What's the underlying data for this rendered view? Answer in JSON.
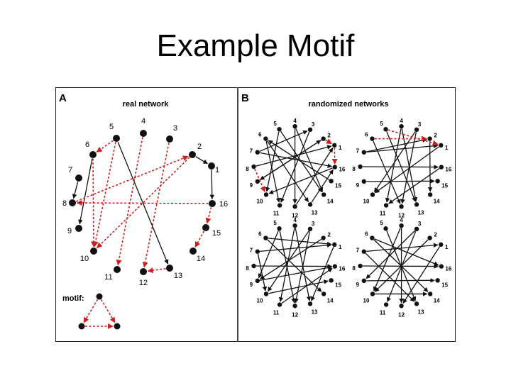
{
  "slide": {
    "title": "Example Motif"
  },
  "panelA": {
    "letter": "A",
    "title": "real network",
    "motif_label": "motif:",
    "nodes": [
      {
        "id": "1",
        "label": "1"
      },
      {
        "id": "2",
        "label": "2"
      },
      {
        "id": "3",
        "label": "3"
      },
      {
        "id": "4",
        "label": "4"
      },
      {
        "id": "5",
        "label": "5"
      },
      {
        "id": "6",
        "label": "6"
      },
      {
        "id": "7",
        "label": "7"
      },
      {
        "id": "8",
        "label": "8"
      },
      {
        "id": "9",
        "label": "9"
      },
      {
        "id": "10",
        "label": "10"
      },
      {
        "id": "11",
        "label": "11"
      },
      {
        "id": "12",
        "label": "12"
      },
      {
        "id": "13",
        "label": "13"
      },
      {
        "id": "14",
        "label": "14"
      },
      {
        "id": "15",
        "label": "15"
      },
      {
        "id": "16",
        "label": "16"
      }
    ],
    "edges": [
      {
        "from": "6",
        "to": "9",
        "style": "solid"
      },
      {
        "from": "7",
        "to": "8",
        "style": "solid"
      },
      {
        "from": "5",
        "to": "13",
        "style": "solid"
      },
      {
        "from": "2",
        "to": "1",
        "style": "solid"
      },
      {
        "from": "1",
        "to": "16",
        "style": "solid"
      },
      {
        "from": "5",
        "to": "6",
        "style": "dashed"
      },
      {
        "from": "6",
        "to": "10",
        "style": "dashed"
      },
      {
        "from": "5",
        "to": "10",
        "style": "dashed"
      },
      {
        "from": "3",
        "to": "12",
        "style": "dashed"
      },
      {
        "from": "4",
        "to": "11",
        "style": "dashed"
      },
      {
        "from": "2",
        "to": "10",
        "style": "dashed"
      },
      {
        "from": "8",
        "to": "2",
        "style": "dashed"
      },
      {
        "from": "16",
        "to": "8",
        "style": "dashed"
      },
      {
        "from": "16",
        "to": "15",
        "style": "dashed"
      },
      {
        "from": "15",
        "to": "14",
        "style": "dashed"
      },
      {
        "from": "13",
        "to": "12",
        "style": "dashed"
      }
    ],
    "motif_edges": [
      {
        "from": "top",
        "to": "bl",
        "style": "dashed"
      },
      {
        "from": "top",
        "to": "br",
        "style": "dashed"
      },
      {
        "from": "bl",
        "to": "br",
        "style": "dashed"
      }
    ]
  },
  "panelB": {
    "letter": "B",
    "title": "randomized networks",
    "node_labels": [
      "1",
      "2",
      "3",
      "4",
      "5",
      "6",
      "7",
      "8",
      "9",
      "10",
      "11",
      "12",
      "13",
      "14",
      "15",
      "16"
    ]
  },
  "colors": {
    "edge_solid": "#111111",
    "edge_dashed": "#cc1f1f",
    "node": "#111111"
  }
}
